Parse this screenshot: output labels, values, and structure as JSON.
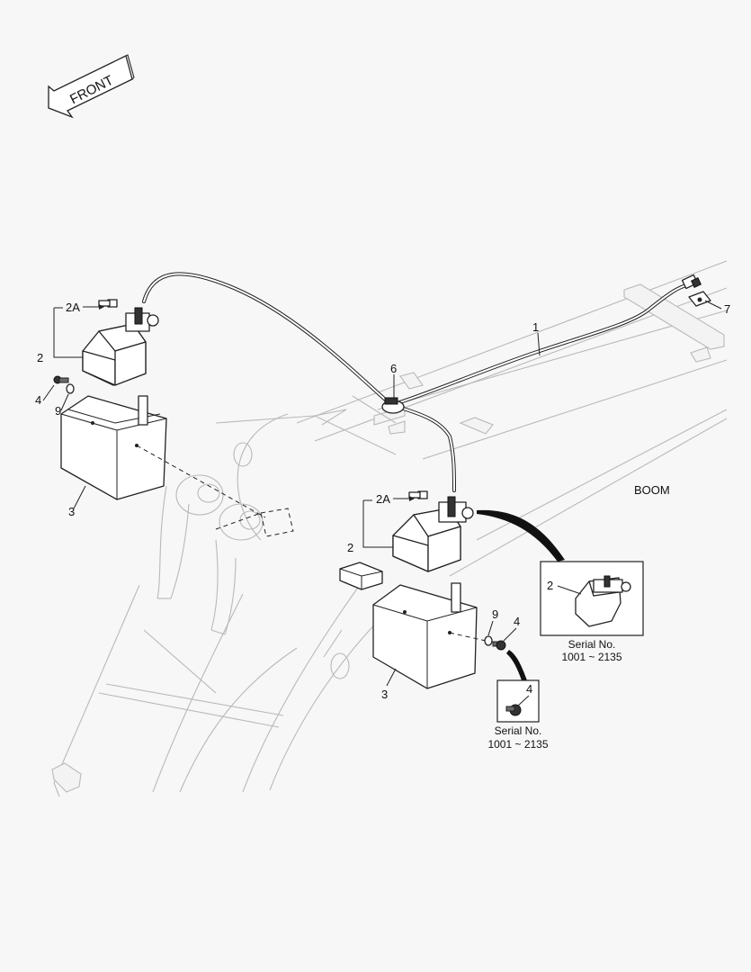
{
  "direction_arrow": {
    "text": "FRONT"
  },
  "section_label": "BOOM",
  "part_labels": {
    "p1": "1",
    "p2_left": "2",
    "p2a_left": "2A",
    "p3_left": "3",
    "p4_left": "4",
    "p9_left": "9",
    "p6": "6",
    "p7": "7",
    "p2_right": "2",
    "p2a_right": "2A",
    "p3_right": "3",
    "p4_right": "4",
    "p9_right": "9"
  },
  "detail_lamp": {
    "part_label": "2",
    "serial_title": "Serial No.",
    "serial_range": "1001 ~ 2135"
  },
  "detail_bolt": {
    "part_label": "4",
    "serial_title": "Serial No.",
    "serial_range": "1001 ~ 2135"
  }
}
